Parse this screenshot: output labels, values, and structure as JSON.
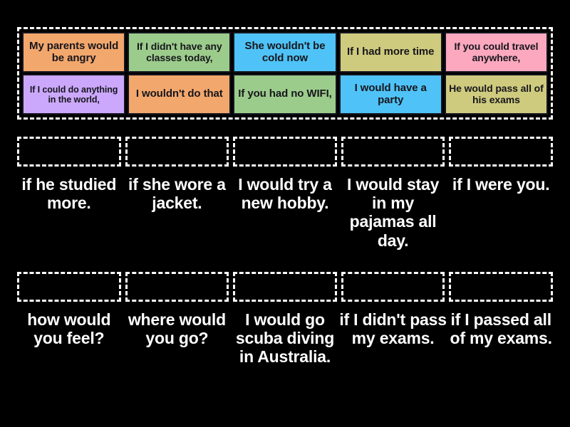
{
  "activity": {
    "type": "match-up-drag-and-drop",
    "background_color": "#000000"
  },
  "tile_bank": {
    "border_style": "white-dashed",
    "rows": [
      [
        {
          "text": "My parents would be angry",
          "color": "#F2A76C",
          "size": "lg"
        },
        {
          "text": "If I didn't have any classes today,",
          "color": "#9CCC8C",
          "size": "md"
        },
        {
          "text": "She wouldn't be cold now",
          "color": "#4FC3F7",
          "size": "lg"
        },
        {
          "text": "If I had more time",
          "color": "#CFCB7E",
          "size": "lg"
        },
        {
          "text": "If you could travel anywhere,",
          "color": "#FCA8BF",
          "size": "md"
        }
      ],
      [
        {
          "text": "If I could do anything in the world,",
          "color": "#CCA8FC",
          "size": "sm"
        },
        {
          "text": "I wouldn't do that",
          "color": "#F2A76C",
          "size": "lg"
        },
        {
          "text": "If you had no WIFI,",
          "color": "#9CCC8C",
          "size": "lg"
        },
        {
          "text": "I would have a party",
          "color": "#4FC3F7",
          "size": "lg"
        },
        {
          "text": "He would pass all of his exams",
          "color": "#CFCB7E",
          "size": "md"
        }
      ]
    ]
  },
  "answer_rows": [
    {
      "cells": [
        {
          "drop_zone_label": "",
          "label": "if he studied more."
        },
        {
          "drop_zone_label": "",
          "label": "if she wore a jacket."
        },
        {
          "drop_zone_label": "",
          "label": "I would try a new hobby."
        },
        {
          "drop_zone_label": "",
          "label": "I would stay in my pajamas all day."
        },
        {
          "drop_zone_label": "",
          "label": "if I were you."
        }
      ]
    },
    {
      "cells": [
        {
          "drop_zone_label": "",
          "label": "how would you feel?"
        },
        {
          "drop_zone_label": "",
          "label": "where would you go?"
        },
        {
          "drop_zone_label": "",
          "label": "I would go scuba diving in Australia."
        },
        {
          "drop_zone_label": "",
          "label": "if I didn't pass my exams."
        },
        {
          "drop_zone_label": "",
          "label": "if I passed all of my exams."
        }
      ]
    }
  ]
}
